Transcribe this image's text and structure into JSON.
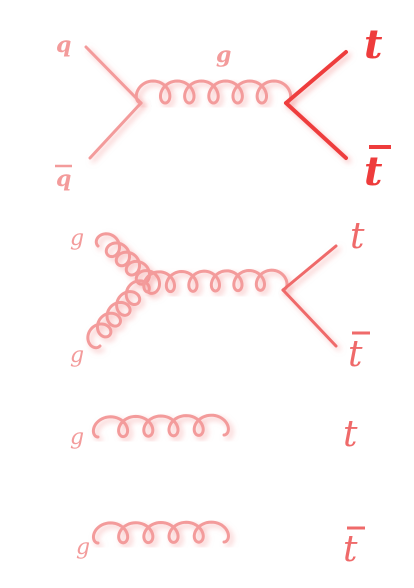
{
  "colors": {
    "light": "#f39b9b",
    "medium": "#ef6a6a",
    "strong": "#ee3c3c"
  },
  "diagrams": [
    {
      "q_label": "q",
      "qbar_label": "q",
      "gluon_label": "g",
      "top_label": "t",
      "antitop_label": "t"
    },
    {
      "g1_label": "g",
      "g2_label": "g",
      "top_label": "t",
      "antitop_label": "t"
    },
    {
      "g1_label": "g",
      "g2_label": "g",
      "top_label": "t",
      "antitop_label": "t"
    }
  ]
}
